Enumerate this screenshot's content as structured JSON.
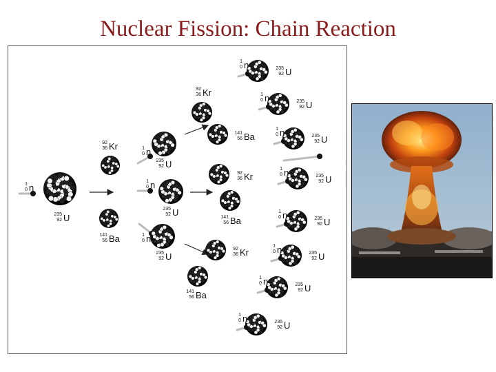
{
  "title": "Nuclear Fission: Chain Reaction",
  "colors": {
    "title": "#8b1a1a",
    "nucleus": "#111111",
    "arrow": "#222222"
  },
  "diagram": {
    "incoming_neutron": {
      "mass": "1",
      "atomic": "0",
      "symbol": "n"
    },
    "uranium": {
      "mass": "235",
      "atomic": "92",
      "symbol": "U"
    },
    "krypton": {
      "mass": "92",
      "atomic": "36",
      "symbol": "Kr"
    },
    "barium": {
      "mass": "141",
      "atomic": "56",
      "symbol": "Ba"
    }
  },
  "photo": {
    "subject": "mushroom cloud"
  }
}
